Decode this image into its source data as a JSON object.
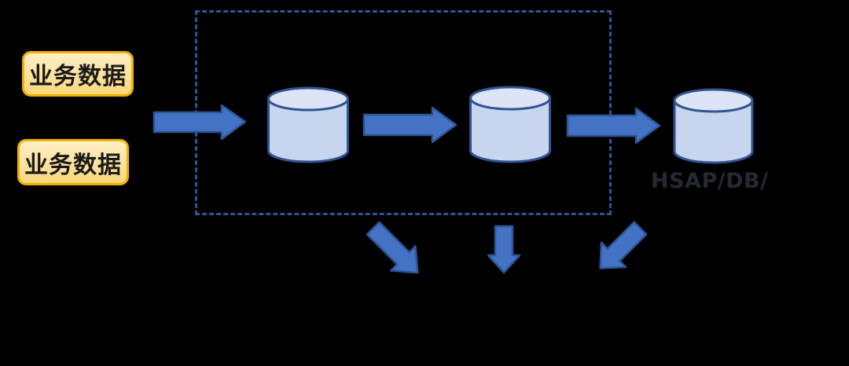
{
  "diagram": {
    "source_labels": [
      "业务数据",
      "业务数据"
    ],
    "sink_caption": "HSAP/DB/"
  },
  "icons": {
    "stage1": "database-cylinder-icon",
    "stage2": "database-cylinder-icon",
    "sink": "database-cylinder-icon"
  },
  "colors": {
    "background": "#000000",
    "arrow_fill": "#4472C4",
    "arrow_stroke": "#2F5597",
    "cylinder_body_fill": "#C8D5EE",
    "cylinder_top_fill": "#DCE4F5",
    "cylinder_stroke": "#2F5490",
    "dashed_border": "#2F5597",
    "source_box_border": "#EFB000",
    "source_box_fill_top": "#FFF0C6",
    "source_box_fill_bottom": "#FBD87A",
    "source_text": "#1A1A1A",
    "sink_text": "#242A34"
  }
}
